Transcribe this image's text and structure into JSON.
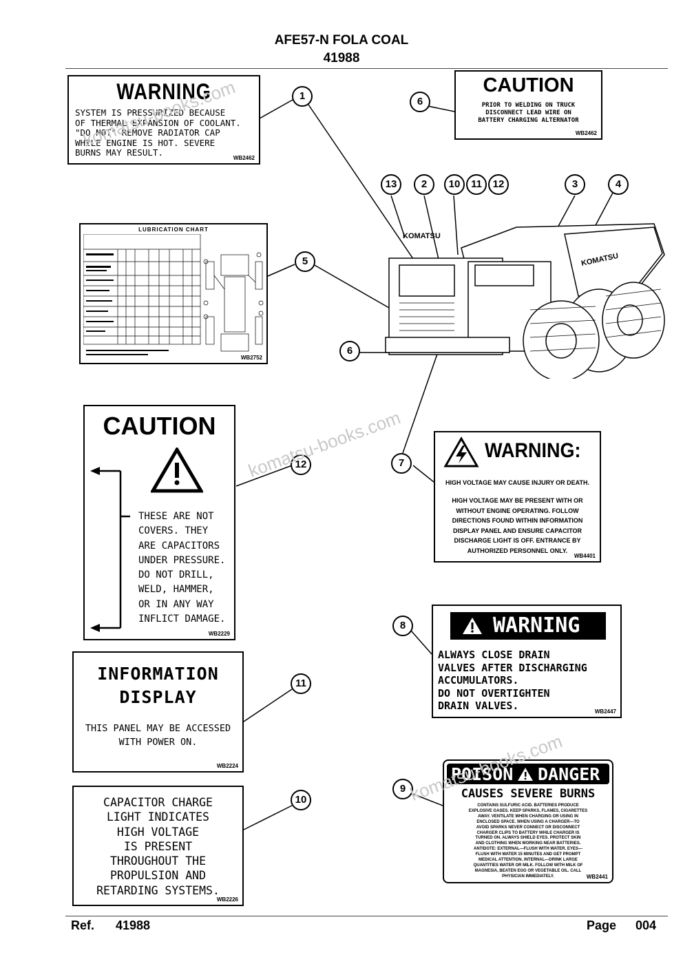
{
  "header": {
    "title": "AFE57-N  FOLA COAL",
    "ref": "41988"
  },
  "footer": {
    "ref_label": "Ref.",
    "ref_value": "41988",
    "page_label": "Page",
    "page_value": "004"
  },
  "watermark": "komatsu-books.com",
  "labels": {
    "l1": {
      "title": "WARNING",
      "lines": [
        "SYSTEM IS PRESSURIZED BECAUSE",
        "OF THERMAL EXPANSION OF COOLANT.",
        "\"DO NOT\" REMOVE RADIATOR CAP",
        "WHILE ENGINE IS HOT. SEVERE",
        "BURNS MAY RESULT."
      ],
      "code": "WB2462"
    },
    "l6": {
      "title": "CAUTION",
      "lines": [
        "PRIOR TO WELDING ON TRUCK",
        "DISCONNECT LEAD WIRE ON",
        "BATTERY CHARGING ALTERNATOR"
      ],
      "code": "WB2462"
    },
    "l5": {
      "title": "LUBRICATION  CHART",
      "code": "WB2752"
    },
    "l12": {
      "title": "CAUTION",
      "lines": [
        "THESE ARE NOT",
        "COVERS. THEY",
        "ARE CAPACITORS",
        "UNDER PRESSURE.",
        "DO NOT DRILL,",
        "WELD, HAMMER,",
        "OR IN ANY WAY",
        "INFLICT DAMAGE."
      ],
      "code": "WB2229"
    },
    "l7": {
      "title": "WARNING:",
      "lead": "HIGH VOLTAGE MAY CAUSE INJURY OR DEATH.",
      "lines": [
        "HIGH VOLTAGE MAY BE PRESENT WITH OR",
        "WITHOUT ENGINE OPERATING. FOLLOW",
        "DIRECTIONS FOUND WITHIN INFORMATION",
        "DISPLAY PANEL AND ENSURE CAPACITOR",
        "DISCHARGE LIGHT IS OFF. ENTRANCE BY",
        "AUTHORIZED PERSONNEL ONLY."
      ],
      "code": "WB4401"
    },
    "l8": {
      "title": "WARNING",
      "lines": [
        "ALWAYS CLOSE DRAIN",
        "VALVES AFTER DISCHARGING",
        "ACCUMULATORS.",
        "DO NOT OVERTIGHTEN",
        "DRAIN VALVES."
      ],
      "code": "WB2447"
    },
    "l11": {
      "title1": "INFORMATION",
      "title2": "DISPLAY",
      "lines": [
        "THIS PANEL MAY BE ACCESSED",
        "WITH POWER ON."
      ],
      "code": "WB2224"
    },
    "l9": {
      "title_left": "POISON",
      "title_right": "DANGER",
      "subtitle": "CAUSES SEVERE BURNS",
      "lines": [
        "CONTAINS SULFURIC ACID. BATTERIES PRODUCE",
        "EXPLOSIVE GASES. KEEP SPARKS, FLAMES, CIGARETTES",
        "AWAY. VENTILATE WHEN CHARGING OR USING IN",
        "ENCLOSED SPACE. WHEN USING A CHARGER—TO",
        "AVOID SPARKS NEVER CONNECT OR DISCONNECT",
        "CHARGER CLIPS TO BATTERY WHILE CHARGER IS",
        "TURNED ON. ALWAYS SHIELD EYES. PROTECT SKIN",
        "AND CLOTHING WHEN WORKING NEAR BATTERIES.",
        "ANTIDOTE: EXTERNAL—FLUSH WITH WATER. EYES—",
        "FLUSH WITH WATER 15 MINUTES AND GET PROMPT",
        "MEDICAL ATTENTION. INTERNAL—DRINK LARGE",
        "QUANTITIES WATER OR MILK. FOLLOW WITH MILK OF",
        "MAGNESIA, BEATEN EGG OR VEGETABLE OIL. CALL",
        "PHYSICIAN IMMEDIATELY."
      ],
      "code": "WB2441"
    },
    "l10": {
      "lines": [
        "CAPACITOR CHARGE",
        "LIGHT INDICATES",
        "HIGH VOLTAGE",
        "IS PRESENT",
        "THROUGHOUT THE",
        "PROPULSION AND",
        "RETARDING SYSTEMS."
      ],
      "code": "WB2226"
    }
  },
  "truck": {
    "brand": "KOMATSU"
  },
  "callouts": {
    "c1": "1",
    "c6a": "6",
    "c13": "13",
    "c2": "2",
    "c10a": "10",
    "c11a": "11",
    "c12a": "12",
    "c3": "3",
    "c4": "4",
    "c5": "5",
    "c6b": "6",
    "c12b": "12",
    "c7": "7",
    "c8": "8",
    "c11b": "11",
    "c9": "9",
    "c10b": "10"
  }
}
